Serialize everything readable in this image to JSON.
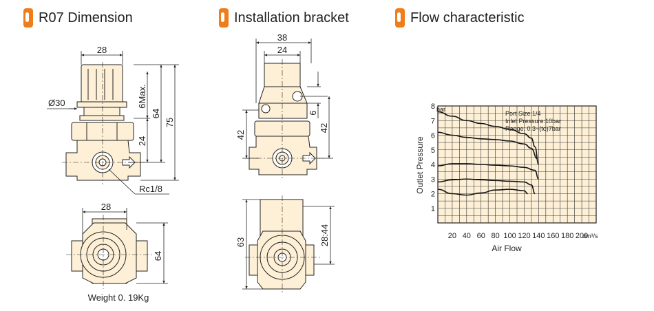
{
  "headers": [
    {
      "label": "R07 Dimension"
    },
    {
      "label": "Installation bracket"
    },
    {
      "label": "Flow characteristic"
    }
  ],
  "dimension": {
    "top_width": "28",
    "dia": "Ø30",
    "max_label": "6Max.",
    "h64": "64",
    "h75": "75",
    "h24": "24",
    "port": "Rc1/8",
    "bottom_width": "28",
    "bottom_h64": "64",
    "weight": "Weight 0. 19Kg"
  },
  "bracket": {
    "w38": "38",
    "w24": "24",
    "h42_left": "42",
    "h6": "6",
    "h42_right": "42",
    "h63": "63",
    "h2844": "28:44"
  },
  "flow": {
    "ylabel": "Outlet Pressure",
    "xlabel": "Air Flow",
    "yticks": [
      "1",
      "2",
      "3",
      "4",
      "5",
      "6",
      "7",
      "8"
    ],
    "y_unit": "bar",
    "xticks": [
      "20",
      "40",
      "60",
      "80",
      "100",
      "120",
      "140",
      "160",
      "180",
      "200"
    ],
    "x_unit": "dm³/s",
    "notes": [
      "Port Size:1/4",
      "Inlet Pressure:10bar",
      "Range: 0.3~(to)7bar"
    ]
  },
  "chart_data": {
    "type": "line",
    "title": "",
    "xlabel": "Air Flow",
    "ylabel": "Outlet Pressure",
    "x_unit": "dm³/s",
    "y_unit": "bar",
    "xlim": [
      0,
      220
    ],
    "ylim": [
      0,
      8
    ],
    "grid": true,
    "annotations": [
      "Port Size:1/4",
      "Inlet Pressure:10bar",
      "Range: 0.3~(to)7bar"
    ],
    "series": [
      {
        "x": [
          0,
          20,
          40,
          60,
          80,
          100,
          120,
          130,
          135,
          140
        ],
        "values": [
          7.6,
          7.3,
          7.0,
          6.8,
          6.6,
          6.4,
          6.1,
          5.8,
          5.2,
          4.0
        ]
      },
      {
        "x": [
          0,
          20,
          40,
          60,
          80,
          100,
          120,
          130,
          138
        ],
        "values": [
          6.2,
          6.0,
          5.85,
          5.75,
          5.7,
          5.6,
          5.4,
          5.1,
          4.4
        ]
      },
      {
        "x": [
          0,
          20,
          40,
          60,
          80,
          100,
          120,
          135,
          140
        ],
        "values": [
          3.9,
          4.05,
          4.05,
          4.0,
          3.95,
          3.9,
          3.8,
          3.6,
          3.0
        ]
      },
      {
        "x": [
          0,
          20,
          40,
          60,
          80,
          100,
          120,
          130,
          135
        ],
        "values": [
          2.8,
          2.95,
          3.0,
          2.95,
          2.9,
          2.85,
          2.8,
          2.6,
          2.0
        ]
      },
      {
        "x": [
          0,
          20,
          40,
          60,
          80,
          100,
          120,
          125
        ],
        "values": [
          2.3,
          2.0,
          1.9,
          2.05,
          2.25,
          2.3,
          2.2,
          2.0
        ]
      }
    ]
  }
}
